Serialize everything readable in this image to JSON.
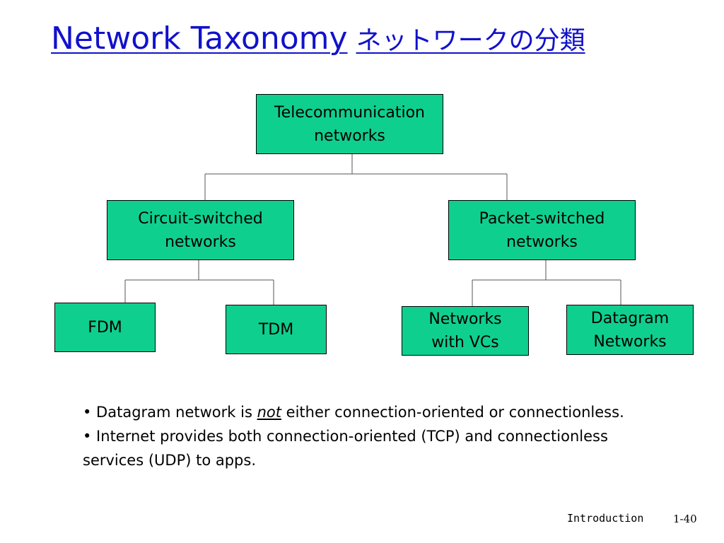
{
  "title": {
    "main": "Network Taxonomy",
    "japanese": "ネットワークの分類"
  },
  "nodes": {
    "root": "Telecommunication\nnetworks",
    "circuit": "Circuit-switched\nnetworks",
    "packet": "Packet-switched\nnetworks",
    "fdm": "FDM",
    "tdm": "TDM",
    "vc": "Networks\nwith VCs",
    "datagram": "Datagram\nNetworks"
  },
  "notes": {
    "bullet1_before": "• Datagram network is ",
    "bullet1_emph": "not",
    "bullet1_after": " either connection-oriented or connectionless.",
    "bullet2": "• Internet provides both connection-oriented (TCP) and connectionless services (UDP) to apps."
  },
  "footer": {
    "label": "Introduction",
    "page": "1-40"
  },
  "colors": {
    "node_fill": "#0fcf8f",
    "title": "#1111cc"
  }
}
